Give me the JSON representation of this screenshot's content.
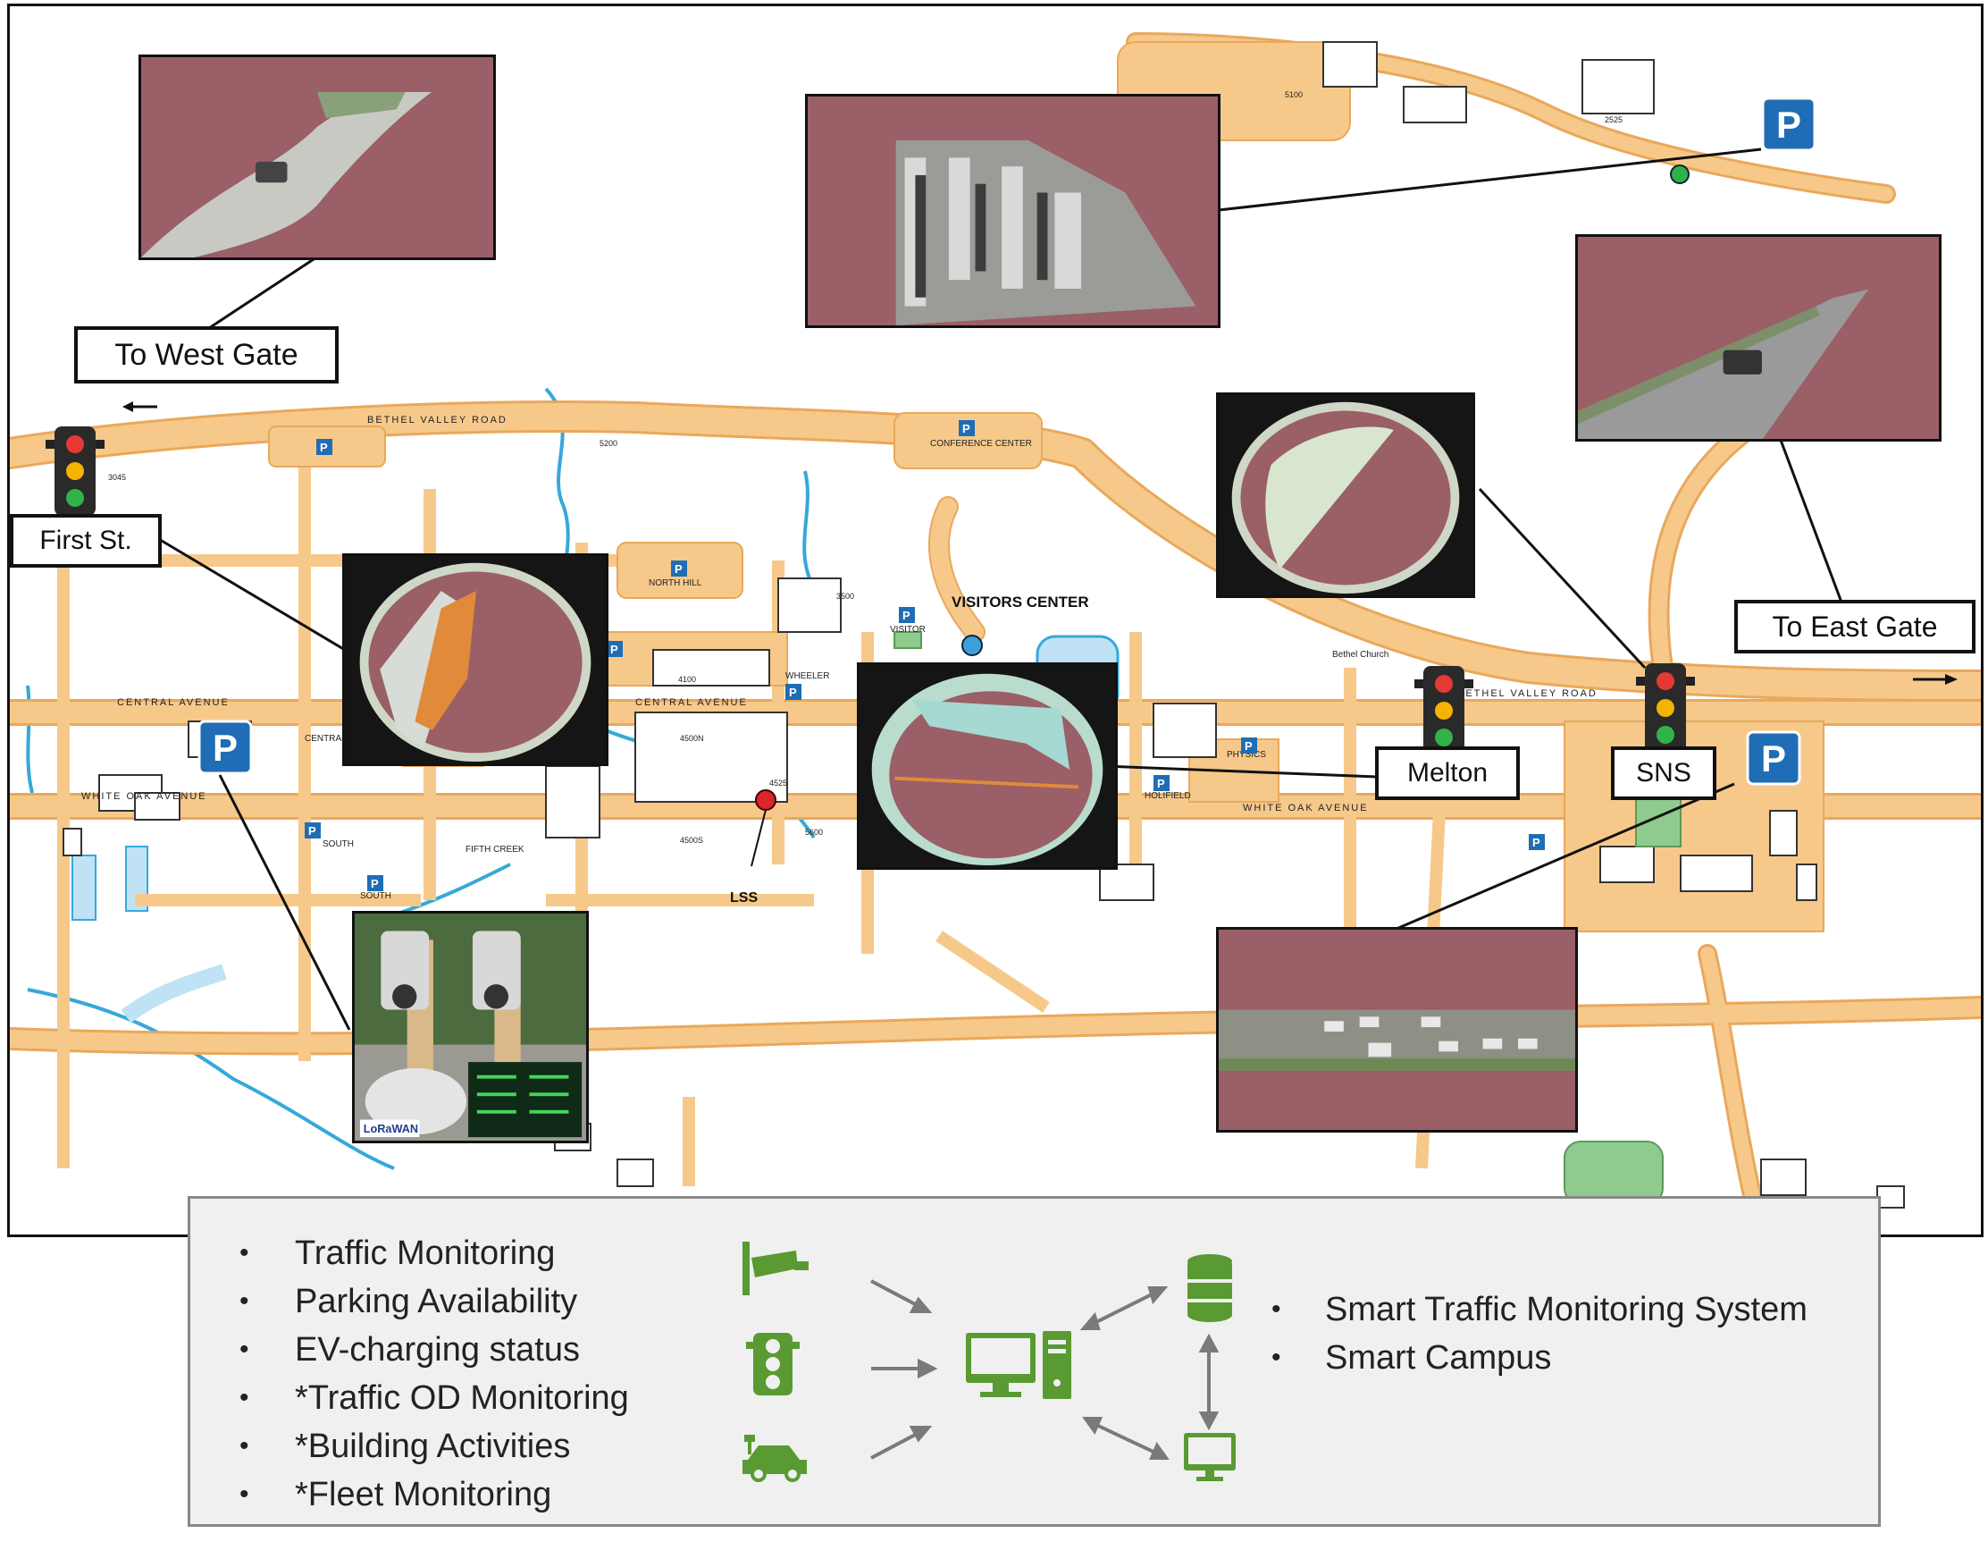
{
  "map": {
    "streets": [
      "BETHEL VALLEY ROAD",
      "CENTRAL AVENUE",
      "WHITE OAK AVENUE",
      "CENTRAL AVENUE",
      "WHITE OAK AVENUE",
      "BETHEL VALLEY ROAD"
    ],
    "places": [
      "CONFERENCE CENTER",
      "NORTH HILL",
      "VISITOR",
      "WHEELER",
      "SOUTH",
      "FIFTH CREEK",
      "PHYSICS",
      "HOLIFIELD",
      "Bethel Church",
      "CENTRAL",
      "SOUTH"
    ],
    "buildings": [
      "4500N",
      "4500S",
      "3500",
      "5200",
      "5600",
      "4100",
      "4525",
      "5100",
      "2525",
      "3045"
    ],
    "pins": {
      "visitors_center": "VISITORS CENTER",
      "lss": "LSS"
    }
  },
  "callouts": {
    "west_gate": "To West Gate",
    "east_gate": "To East Gate",
    "first_st": "First St.",
    "melton": "Melton",
    "sns": "SNS"
  },
  "icons": {
    "parking_sign": "P",
    "traffic_light": "traffic-light-icon",
    "lorawan": "LoRaWAN"
  },
  "legend": {
    "left_items": [
      "Traffic Monitoring",
      "Parking Availability",
      "EV-charging status",
      "*Traffic OD Monitoring",
      "*Building Activities",
      "*Fleet Monitoring"
    ],
    "right_items": [
      "Smart Traffic Monitoring System",
      "Smart Campus"
    ],
    "icons": [
      "camera-icon",
      "traffic-light-icon",
      "ev-car-icon",
      "workstation-icon",
      "database-icon",
      "monitor-icon"
    ]
  },
  "colors": {
    "road": "#f6c98a",
    "road_edge": "#e9a85b",
    "water": "#35a9d9",
    "parking_blue": "#1f6db5",
    "green_icon": "#5a9a32",
    "mask": "#9a5f67",
    "border": "#111111"
  }
}
